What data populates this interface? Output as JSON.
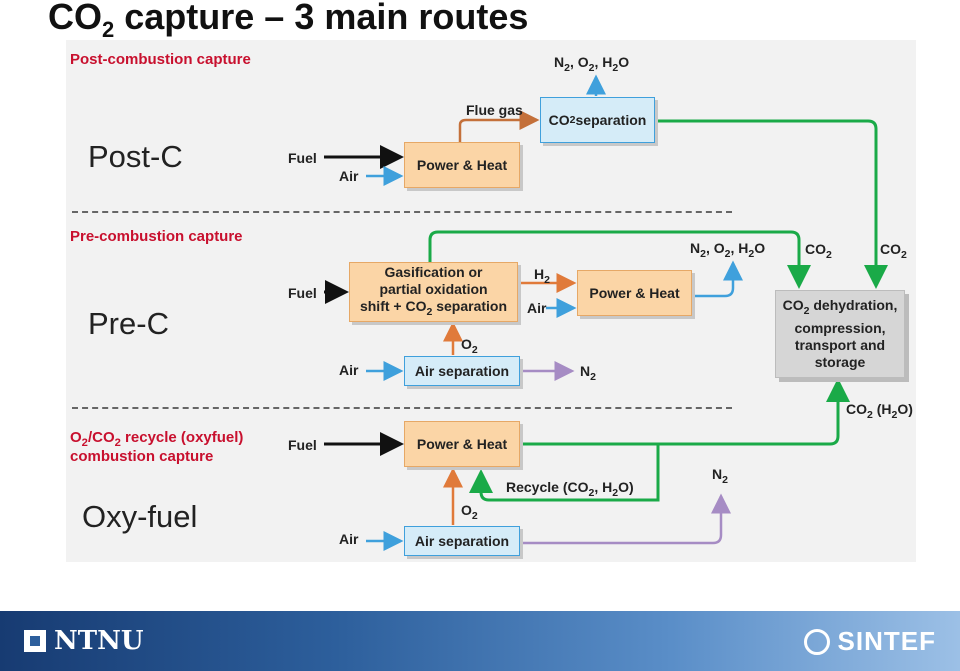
{
  "slide": {
    "title_a": "CO",
    "title_sub": "2",
    "title_b": " capture – 3 main routes"
  },
  "labels": {
    "post_c": "Post-C",
    "pre_c": "Pre-C",
    "oxy_fuel": "Oxy-fuel"
  },
  "sections": {
    "post_title": "Post-combustion capture",
    "pre_title": "Pre-combustion capture",
    "oxy_title_a": "O",
    "oxy_title_b": "/CO",
    "oxy_title_c": " recycle (oxyfuel)",
    "oxy_title_line2": "combustion capture"
  },
  "sub2": "2",
  "boxes": {
    "power_heat": "Power & Heat",
    "co2_sep_a": "CO",
    "co2_sep_b": " separation",
    "gasif_line1": "Gasification or",
    "gasif_line2": "partial oxidation",
    "gasif_line3a": "shift + CO",
    "gasif_line3b": " separation",
    "air_sep": "Air separation",
    "dehyd_a": "CO",
    "dehyd_b": " dehydration,",
    "dehyd_line2": "compression,",
    "dehyd_line3": "transport and",
    "dehyd_line4": "storage"
  },
  "flow_labels": {
    "fuel": "Fuel",
    "air": "Air",
    "flue_gas": "Flue gas",
    "n2": "N",
    "o2": "O",
    "h2": "H",
    "h2o_h": "H",
    "h2o_o": "O",
    "comma": ", ",
    "co2": "CO",
    "co2_h2o_a": "CO",
    "co2_h2o_b": " (H",
    "co2_h2o_c": "O)",
    "recycle_a": "Recycle (CO",
    "recycle_b": ", H",
    "recycle_c": "O)"
  },
  "colors": {
    "panel": "#f2f2f2",
    "heading_red": "#c8102e",
    "green_line": "#1aaa48",
    "blue_line": "#3fa0dc",
    "orange_line": "#e07a3a",
    "purple_line": "#a68cc4",
    "orange_box": "#fbd5a6",
    "blue_box": "#d5ecf8",
    "grey_box": "#d6d6d6",
    "footer": "#2d5f9c"
  },
  "footer": {
    "left_logo": "NTNU",
    "right_logo": "SINTEF"
  },
  "icons": [
    "ntnu-logo-mark",
    "sintef-logo-mark"
  ]
}
